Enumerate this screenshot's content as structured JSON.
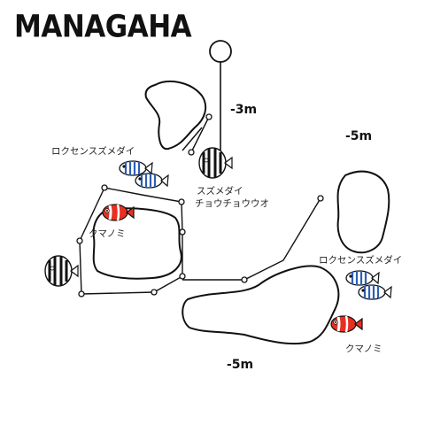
{
  "title": "MANAGAHA",
  "depths": {
    "north": "-3m",
    "east": "-5m",
    "south": "-5m"
  },
  "labels": {
    "damselfish_north": "ロクセンスズメダイ",
    "damselfish_butterfly_line1": "スズメダイ",
    "damselfish_butterfly_line2": "チョウチョウウオ",
    "anemonefish_west": "クマノミ",
    "damselfish_east": "ロクセンスズメダイ",
    "anemonefish_east": "クマノミ"
  },
  "icons": {
    "buoy": "buoy-icon",
    "striped_fish": "sergeant-major-icon",
    "butterfly_fish": "butterflyfish-icon",
    "anemone_fish": "clownfish-icon"
  },
  "colors": {
    "ink": "#111111",
    "clownfish": "#e63022",
    "stripe_blue": "#2f5fb3"
  }
}
